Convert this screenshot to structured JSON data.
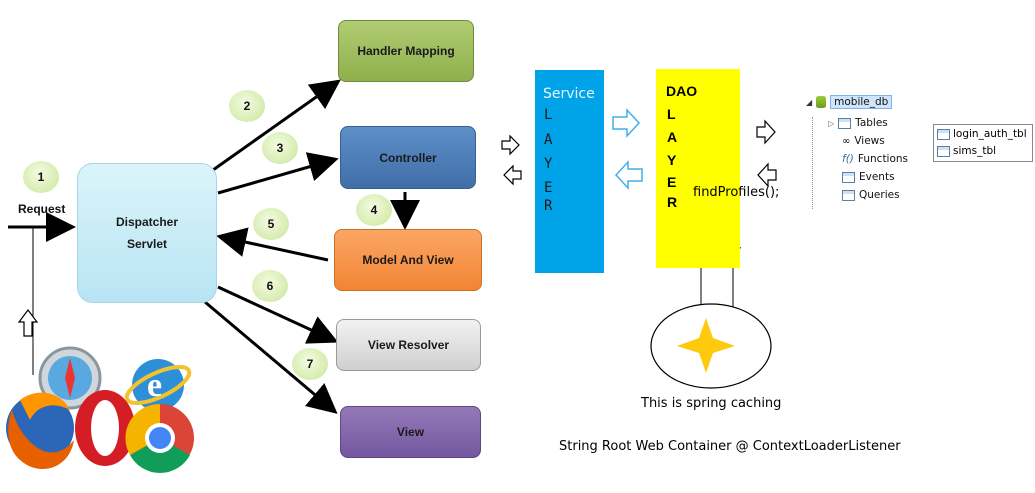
{
  "left": {
    "request_label": "Request",
    "dispatcher_line1": "Dispatcher",
    "dispatcher_line2": "Servlet",
    "handler_mapping": "Handler Mapping",
    "controller": "Controller",
    "model_and_view": "Model And View",
    "view_resolver": "View Resolver",
    "view": "View",
    "steps": [
      "1",
      "2",
      "3",
      "4",
      "5",
      "6",
      "7"
    ]
  },
  "service": {
    "title": "Service",
    "letters": [
      "L",
      "A",
      "Y",
      "E",
      "R"
    ]
  },
  "dao": {
    "title": "DAO",
    "letters": [
      "L",
      "A",
      "Y",
      "E",
      "R"
    ],
    "method": "findProfiles();"
  },
  "db_tree": {
    "root": "mobile_db",
    "items": [
      "Tables",
      "Views",
      "Functions",
      "Events",
      "Queries"
    ],
    "tables": [
      "login_auth_tbl",
      "sims_tbl"
    ]
  },
  "caching_label": "This is spring caching",
  "container_label": "String Root Web Container @ ContextLoaderListener",
  "colors": {
    "dispatcher": "#c6ecf7",
    "handler_mapping": "#9bbb59",
    "controller": "#4f81bd",
    "model_and_view": "#f79646",
    "view_resolver": "#d9d9d9",
    "view": "#8064a2",
    "service": "#00a2e8",
    "dao": "#ffff00",
    "star": "#ffc90e",
    "step_bubble": "#d6ecae"
  },
  "icons": [
    "firefox-icon",
    "opera-icon",
    "ie-icon",
    "chrome-icon",
    "safari-icon",
    "database-icon",
    "star-icon",
    "hollow-arrow-icon"
  ]
}
